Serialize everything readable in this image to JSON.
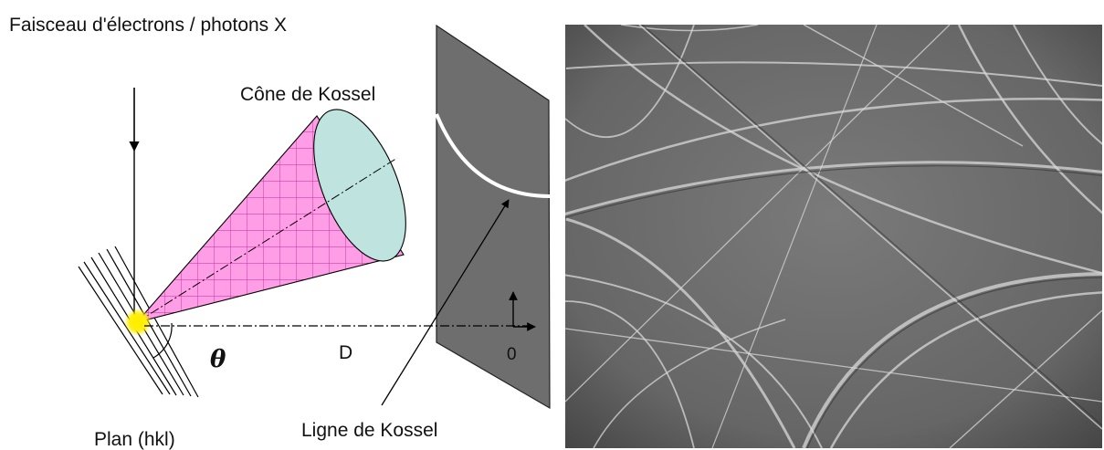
{
  "labels": {
    "beam": "Faisceau d'électrons / photons X",
    "cone": "Cône de Kossel",
    "theta": "θ",
    "distance": "D",
    "origin": "0",
    "plane": "Plan (hkl)",
    "kossel_line": "Ligne de Kossel"
  },
  "colors": {
    "cone_fill": "#ff9de6",
    "cone_grid": "#c42a9c",
    "cone_base": "#bfe4e0",
    "screen": "#6e6e6e",
    "source": "#ffee00",
    "pattern_bg": "#6a6a6a"
  },
  "image": {
    "name": "Kossel diffraction pattern photograph"
  }
}
